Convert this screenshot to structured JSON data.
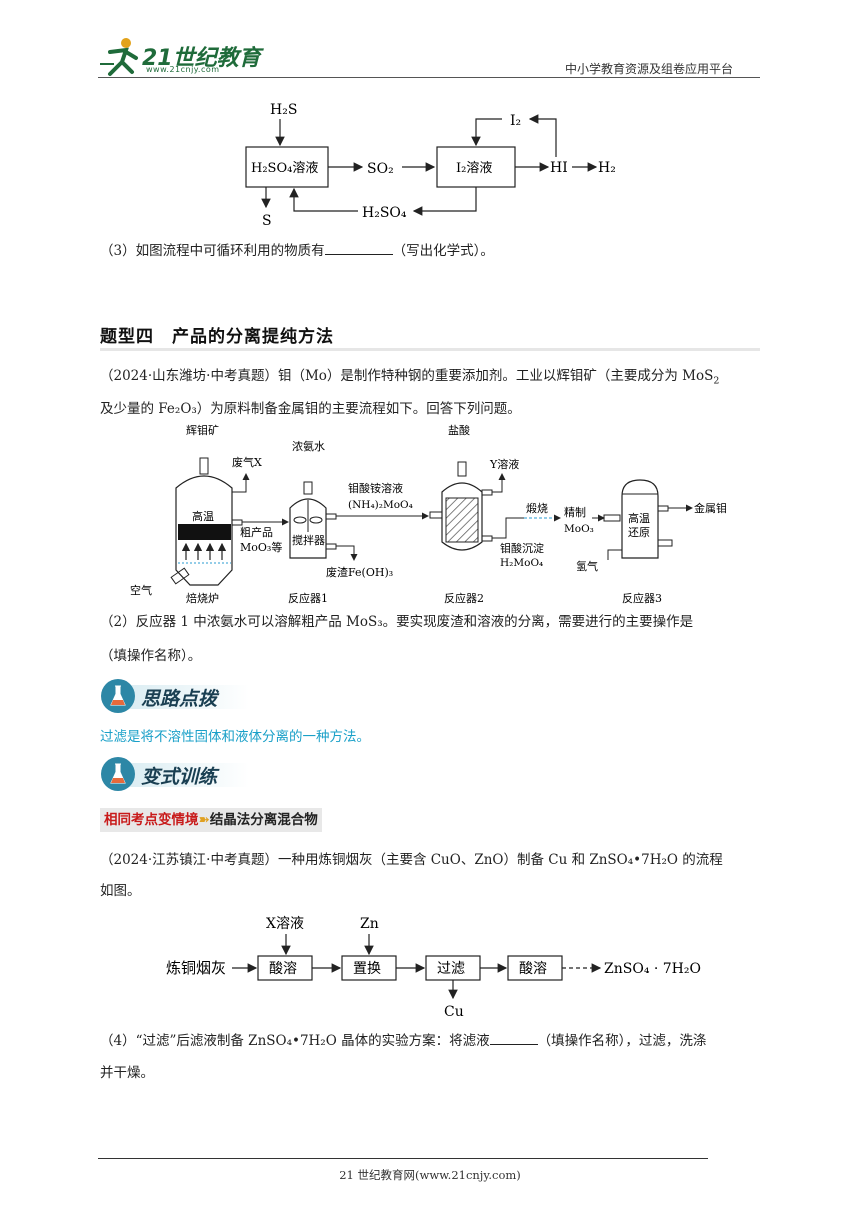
{
  "header": {
    "logo_text": "21世纪教育",
    "logo_url": "www.21cnjy.com",
    "right_text": "中小学教育资源及组卷应用平台"
  },
  "diagram1": {
    "h2s": "H₂S",
    "box1": "H₂SO₄溶液",
    "so2": "SO₂",
    "box2": "I₂溶液",
    "i2": "I₂",
    "hi": "HI",
    "h2": "H₂",
    "s": "S",
    "h2so4": "H₂SO₄"
  },
  "q3": {
    "before": "（3）如图流程中可循环利用的物质有",
    "after": "（写出化学式）。"
  },
  "section": {
    "part1": "题型四",
    "part2": "产品的分离提纯方法"
  },
  "problem1": {
    "line1_a": "（2024·山东潍坊·中考真题）钼（Mo）是制作特种钢的重要添加剂。工业以辉钼矿（主要成分为 MoS",
    "line1_sub": "2",
    "line2": "及少量的 Fe₂O₃）为原料制备金属钼的主要流程如下。回答下列问题。"
  },
  "diagram2": {
    "ore": "辉钼矿",
    "waste_gas": "废气X",
    "high_temp": "高温",
    "crude": "粗产品",
    "crude2": "MoO₃等",
    "air": "空气",
    "furnace": "焙烧炉",
    "ammonia": "浓氨水",
    "stirrer": "搅拌器",
    "residue": "废渣Fe(OH)₃",
    "reactor1": "反应器1",
    "ammonium": "钼酸铵溶液",
    "ammonium_formula": "(NH₄)₂MoO₄",
    "hcl": "盐酸",
    "y_solution": "Y溶液",
    "reactor2": "反应器2",
    "precipitate": "钼酸沉淀",
    "precipitate_formula": "H₂MoO₄",
    "calcine": "煅烧",
    "refine": "精制",
    "moo3": "MoO₃",
    "hydrogen": "氢气",
    "reduce1": "高温",
    "reduce2": "还原",
    "metal": "金属钼",
    "reactor3": "反应器3"
  },
  "q2": {
    "line1": "（2）反应器 1 中浓氨水可以溶解粗产品 MoS₃。要实现废渣和溶液的分离，需要进行的主要操作是",
    "line2": "（填操作名称）。"
  },
  "badge1": "思路点拨",
  "tip": "过滤是将不溶性固体和液体分离的一种方法。",
  "badge2": "变式训练",
  "tag": {
    "red": "相同考点变情境",
    "arrow": "➽",
    "black": "结晶法分离混合物"
  },
  "problem2": {
    "line1": "（2024·江苏镇江·中考真题）一种用炼铜烟灰（主要含 CuO、ZnO）制备 Cu 和 ZnSO₄•7H₂O 的流程",
    "line2": "如图。"
  },
  "diagram3": {
    "start": "炼铜烟灰",
    "x_solution": "X溶液",
    "zn": "Zn",
    "box1": "酸溶",
    "box2": "置换",
    "box3": "过滤",
    "box4": "酸溶",
    "product": "ZnSO₄ · 7H₂O",
    "cu": "Cu"
  },
  "q4": {
    "before": "（4）“过滤”后滤液制备 ZnSO₄•7H₂O 晶体的实验方案：将滤液",
    "after": "（填操作名称），过滤，洗涤",
    "line2": "并干燥。"
  },
  "footer": "21 世纪教育网(www.21cnjy.com)"
}
